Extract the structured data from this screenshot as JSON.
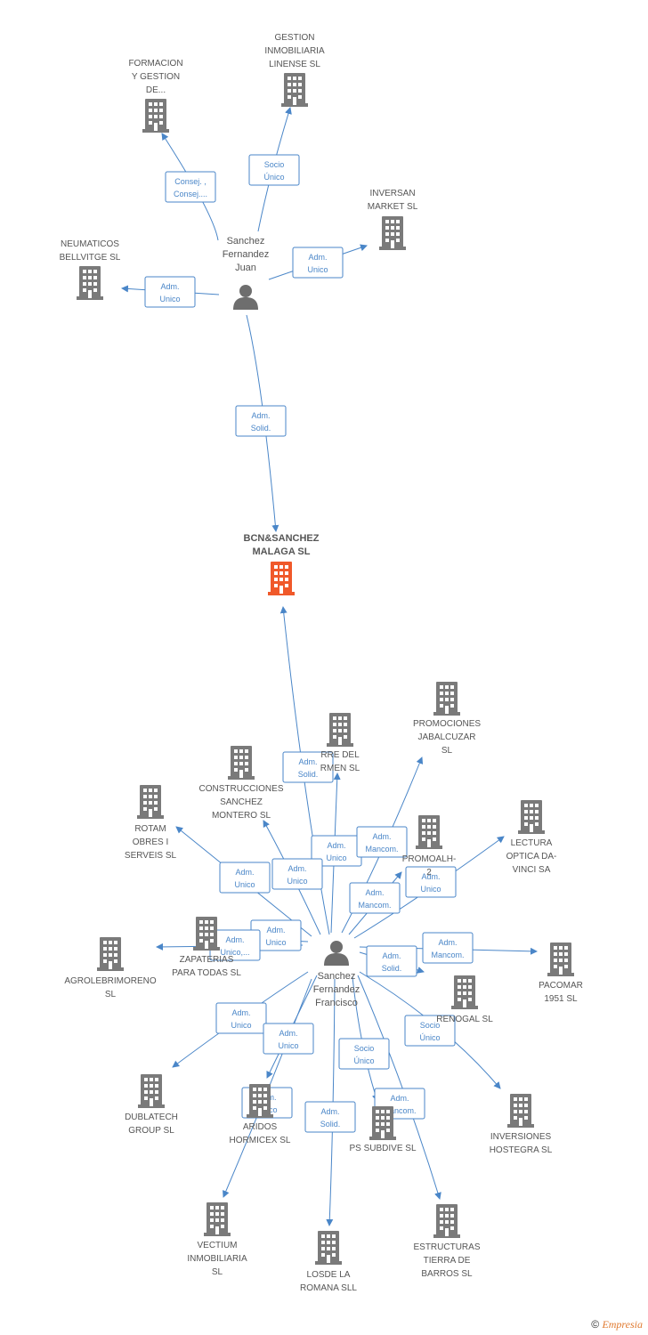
{
  "colors": {
    "edge": "#4a86c8",
    "building": "#7a7a7a",
    "main_building": "#f0592a",
    "person": "#6e6e6e",
    "text": "#555555"
  },
  "main_company": {
    "lines": [
      "BCN&SANCHEZ",
      "MALAGA  SL"
    ],
    "icon": "building-icon"
  },
  "persons": [
    {
      "id": "juan",
      "lines": [
        "Sanchez",
        "Fernandez",
        "Juan"
      ],
      "icon": "person-icon"
    },
    {
      "id": "francisco",
      "lines": [
        "Sanchez",
        "Fernandez",
        "Francisco"
      ],
      "icon": "person-icon"
    }
  ],
  "companies": [
    {
      "id": "formacion",
      "lines": [
        "FORMACION",
        "Y GESTION",
        "DE..."
      ]
    },
    {
      "id": "gestion",
      "lines": [
        "GESTION",
        "INMOBILIARIA",
        "LINENSE SL"
      ]
    },
    {
      "id": "inversan",
      "lines": [
        "INVERSAN",
        "MARKET SL"
      ]
    },
    {
      "id": "neumaticos",
      "lines": [
        "NEUMATICOS",
        "BELLVITGE  SL"
      ]
    },
    {
      "id": "promociones",
      "lines": [
        "PROMOCIONES",
        "JABALCUZAR",
        "SL"
      ]
    },
    {
      "id": "torre",
      "lines": [
        "RRE DEL",
        "RMEN  SL"
      ]
    },
    {
      "id": "construcciones",
      "lines": [
        "CONSTRUCCIONES",
        "SANCHEZ",
        "MONTERO  SL"
      ]
    },
    {
      "id": "rotam",
      "lines": [
        "ROTAM",
        "OBRES I",
        "SERVEIS  SL"
      ]
    },
    {
      "id": "lectura",
      "lines": [
        "LECTURA",
        "OPTICA DA-",
        "VINCI SA"
      ]
    },
    {
      "id": "promoalh",
      "lines": [
        "PROMOALH-",
        "2"
      ]
    },
    {
      "id": "zapaterias",
      "lines": [
        "ZAPATERIAS",
        "PARA TODAS SL"
      ]
    },
    {
      "id": "agrolebrimoreno",
      "lines": [
        "AGROLEBRIMORENO",
        "SL"
      ]
    },
    {
      "id": "pacomar",
      "lines": [
        "PACOMAR",
        "1951  SL"
      ]
    },
    {
      "id": "renogal",
      "lines": [
        "RENOGAL SL"
      ]
    },
    {
      "id": "dublatech",
      "lines": [
        "DUBLATECH",
        "GROUP  SL"
      ]
    },
    {
      "id": "aridos",
      "lines": [
        "ARIDOS",
        "HORMICEX SL"
      ]
    },
    {
      "id": "ps_subdive",
      "lines": [
        "PS SUBDIVE  SL"
      ]
    },
    {
      "id": "inversiones",
      "lines": [
        "INVERSIONES",
        "HOSTEGRA  SL"
      ]
    },
    {
      "id": "vectium",
      "lines": [
        "VECTIUM",
        "INMOBILIARIA",
        "SL"
      ]
    },
    {
      "id": "losde",
      "lines": [
        "LOSDE LA",
        "ROMANA SLL"
      ]
    },
    {
      "id": "estructuras",
      "lines": [
        "ESTRUCTURAS",
        "TIERRA DE",
        "BARROS SL"
      ]
    }
  ],
  "edges": [
    {
      "from": "juan",
      "to": "formacion",
      "label": [
        "Consej. ,",
        "Consej...."
      ]
    },
    {
      "from": "juan",
      "to": "gestion",
      "label": [
        "Socio",
        "Único"
      ]
    },
    {
      "from": "juan",
      "to": "inversan",
      "label": [
        "Adm.",
        "Unico"
      ]
    },
    {
      "from": "juan",
      "to": "neumaticos",
      "label": [
        "Adm.",
        "Unico"
      ]
    },
    {
      "from": "juan",
      "to": "main",
      "label": [
        "Adm.",
        "Solid."
      ]
    },
    {
      "from": "francisco",
      "to": "main",
      "label": [
        "Adm.",
        "Solid."
      ]
    },
    {
      "from": "francisco",
      "to": "torre",
      "label": [
        "Adm.",
        "Unico"
      ]
    },
    {
      "from": "francisco",
      "to": "promociones",
      "label": [
        "Adm.",
        "Mancom."
      ]
    },
    {
      "from": "francisco",
      "to": "construcciones",
      "label": [
        "Adm.",
        "Unico"
      ]
    },
    {
      "from": "francisco",
      "to": "rotam",
      "label": [
        "Adm.",
        "Unico"
      ]
    },
    {
      "from": "francisco",
      "to": "promoalh",
      "label": [
        "Adm.",
        "Mancom."
      ]
    },
    {
      "from": "francisco",
      "to": "lectura",
      "label": [
        "Adm.",
        "Unico"
      ]
    },
    {
      "from": "francisco",
      "to": "zapaterias",
      "label": [
        "Adm.",
        "Unico"
      ]
    },
    {
      "from": "francisco",
      "to": "agrolebrimoreno",
      "label": [
        "Adm.",
        "Unico,..."
      ]
    },
    {
      "from": "francisco",
      "to": "renogal",
      "label": [
        "Adm.",
        "Solid."
      ]
    },
    {
      "from": "francisco",
      "to": "pacomar",
      "label": [
        "Adm.",
        "Mancom."
      ]
    },
    {
      "from": "francisco",
      "to": "dublatech",
      "label": [
        "Adm.",
        "Unico"
      ]
    },
    {
      "from": "francisco",
      "to": "aridos",
      "label": [
        "Adm.",
        "Unico"
      ]
    },
    {
      "from": "francisco",
      "to": "vectium",
      "label": [
        "Adm.",
        "Unico"
      ]
    },
    {
      "from": "francisco",
      "to": "losde",
      "label": [
        "Adm.",
        "Solid."
      ]
    },
    {
      "from": "francisco",
      "to": "ps_subdive",
      "label": [
        "Socio",
        "Único"
      ]
    },
    {
      "from": "francisco",
      "to": "estructuras",
      "label": [
        "Adm.",
        "Mancom."
      ]
    },
    {
      "from": "francisco",
      "to": "inversiones",
      "label": [
        "Socio",
        "Único"
      ]
    }
  ],
  "footer": {
    "copyright": "©",
    "brand": "Empresia"
  }
}
